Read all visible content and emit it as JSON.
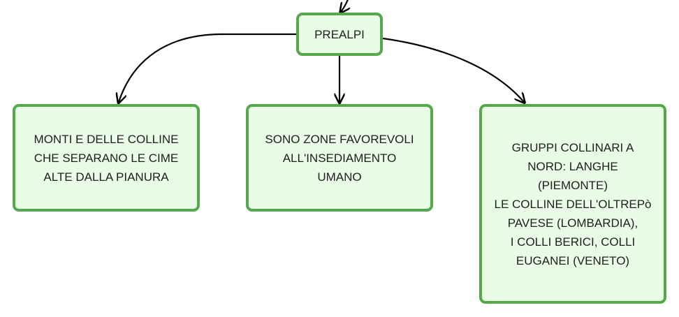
{
  "diagram": {
    "root": {
      "label": "PREALPI"
    },
    "children": [
      {
        "label": "MONTI E DELLE COLLINE\nCHE SEPARANO LE CIME\nALTE DALLA PIANURA"
      },
      {
        "label": "SONO ZONE FAVOREVOLI\nALL'INSEDIAMENTO\nUMANO"
      },
      {
        "label": "GRUPPI COLLINARI A\nNORD: LANGHE\n(PIEMONTE)\nLE COLLINE DELL'OLTREPò\nPAVESE (LOMBARDIA),\nI COLLI BERICI, COLLI\nEUGANEI (VENETO)"
      }
    ],
    "colors": {
      "node_fill": "#e9fce6",
      "node_border": "#56a84d",
      "connector": "#000000"
    }
  }
}
